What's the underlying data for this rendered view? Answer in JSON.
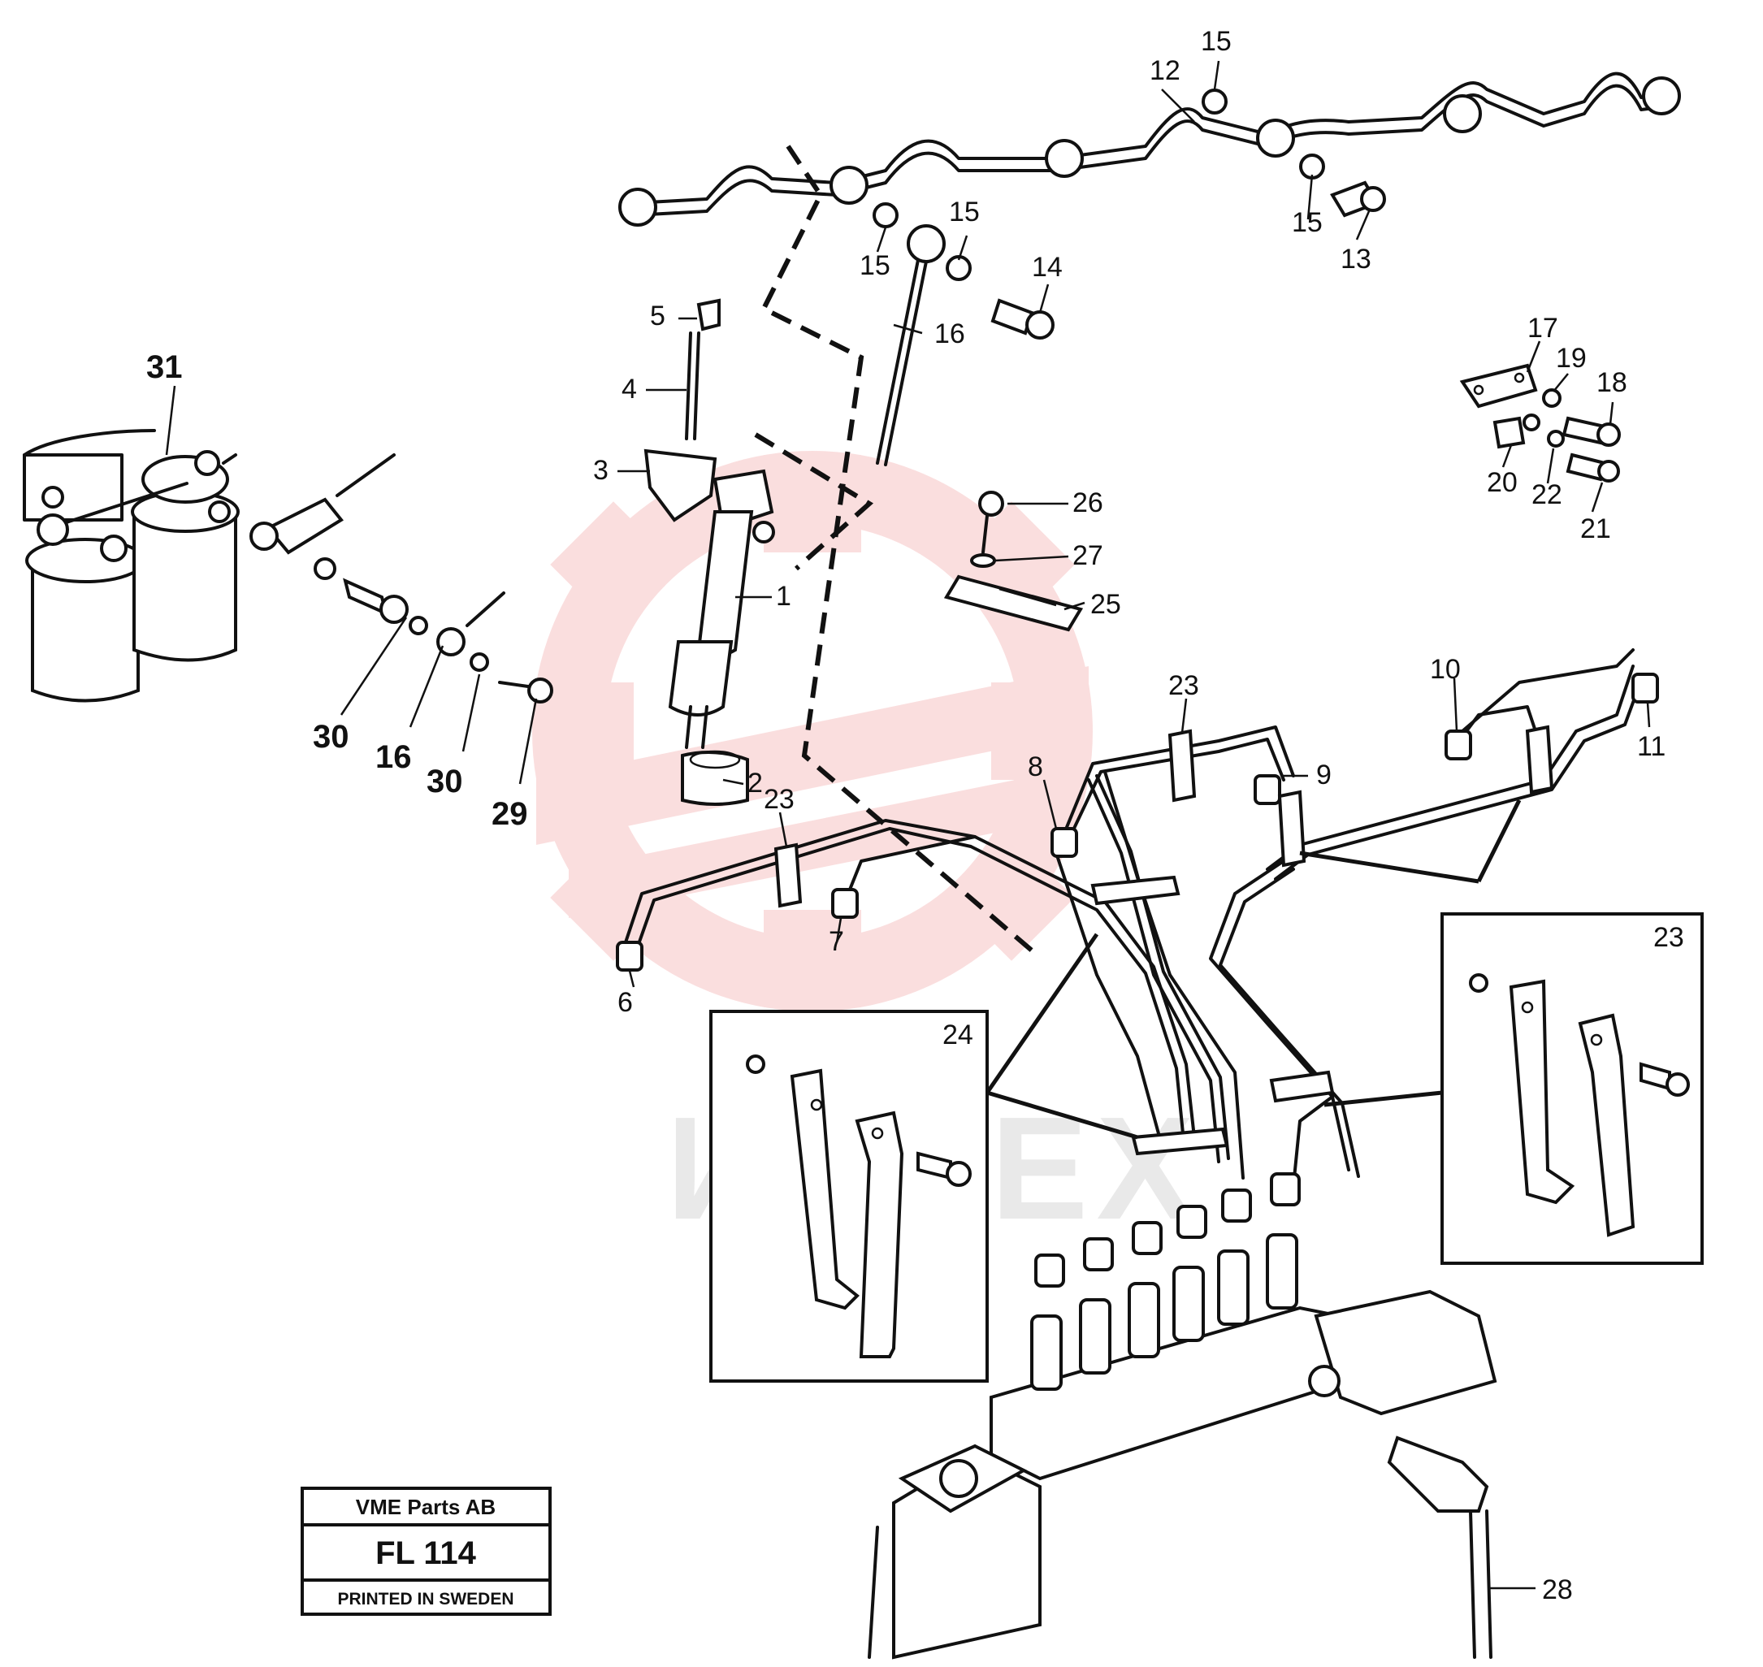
{
  "title_block": {
    "company": "VME Parts AB",
    "code": "FL 114",
    "printed": "PRINTED IN SWEDEN"
  },
  "watermark": {
    "text": "ИНТЕХ",
    "color": "#f3a3a3"
  },
  "callouts": {
    "c1": "1",
    "c2": "2",
    "c3": "3",
    "c4": "4",
    "c5": "5",
    "c6": "6",
    "c7": "7",
    "c8": "8",
    "c9": "9",
    "c10": "10",
    "c11": "11",
    "c12": "12",
    "c13": "13",
    "c14": "14",
    "c15a": "15",
    "c15b": "15",
    "c15c": "15",
    "c15d": "15",
    "c16": "16",
    "c16b": "16",
    "c17": "17",
    "c18": "18",
    "c19": "19",
    "c20": "20",
    "c21": "21",
    "c22": "22",
    "c23a": "23",
    "c23b": "23",
    "c23c": "23",
    "c24": "24",
    "c25": "25",
    "c26": "26",
    "c27": "27",
    "c28": "28",
    "c29": "29",
    "c30a": "30",
    "c30b": "30",
    "c31": "31"
  }
}
